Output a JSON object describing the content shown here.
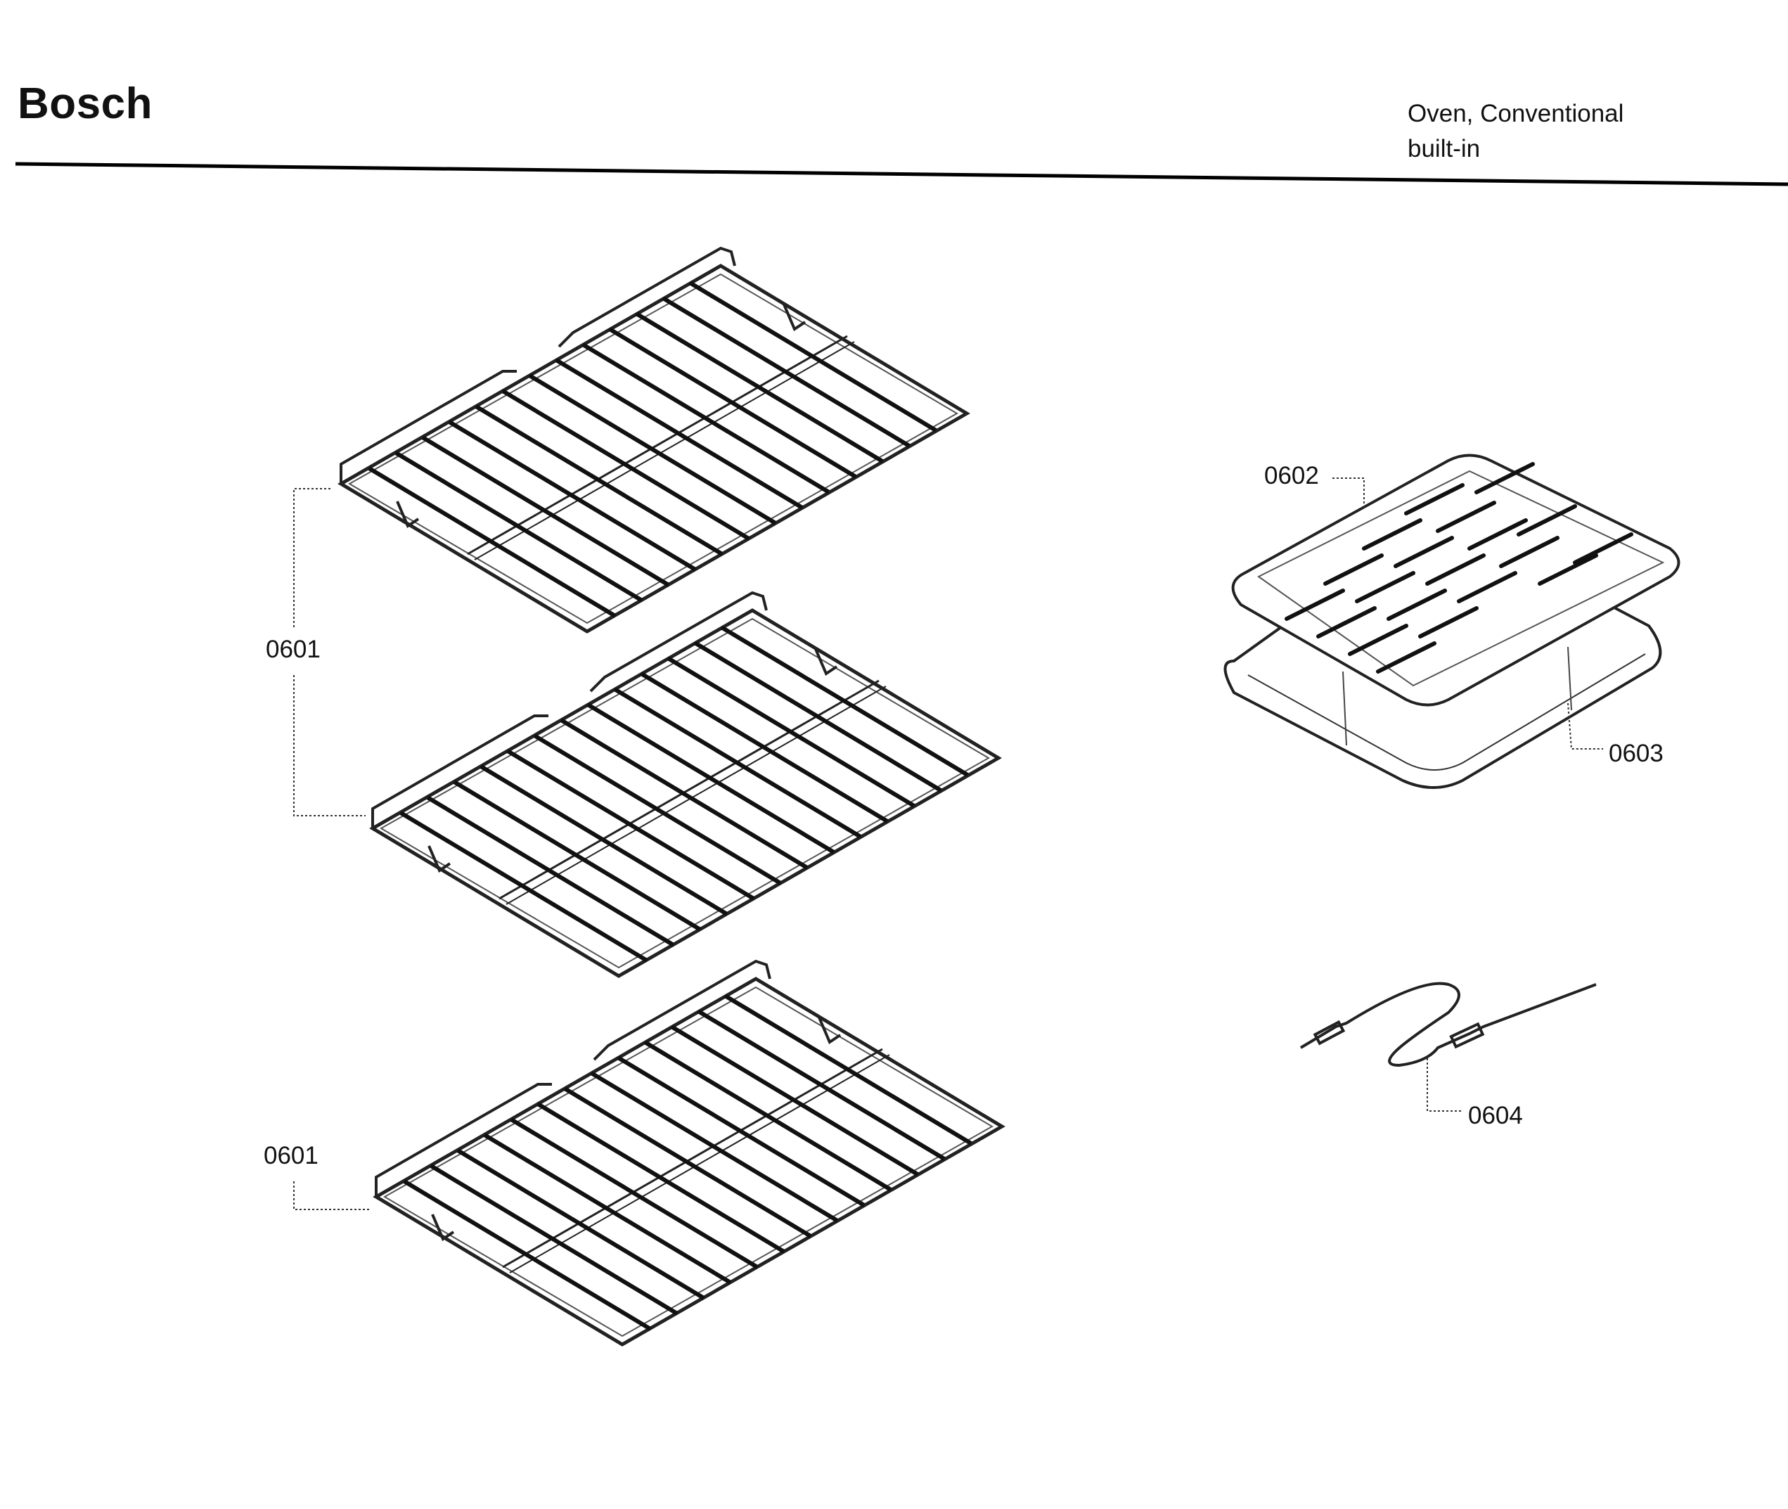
{
  "header": {
    "brand": "Bosch",
    "subtitle_line1": "Oven, Conventional",
    "subtitle_line2": "built-in"
  },
  "callouts": {
    "rack_upper_pair": "0601",
    "rack_lower": "0601",
    "broil_pan_insert": "0602",
    "broil_pan": "0603",
    "meat_probe": "0604"
  }
}
